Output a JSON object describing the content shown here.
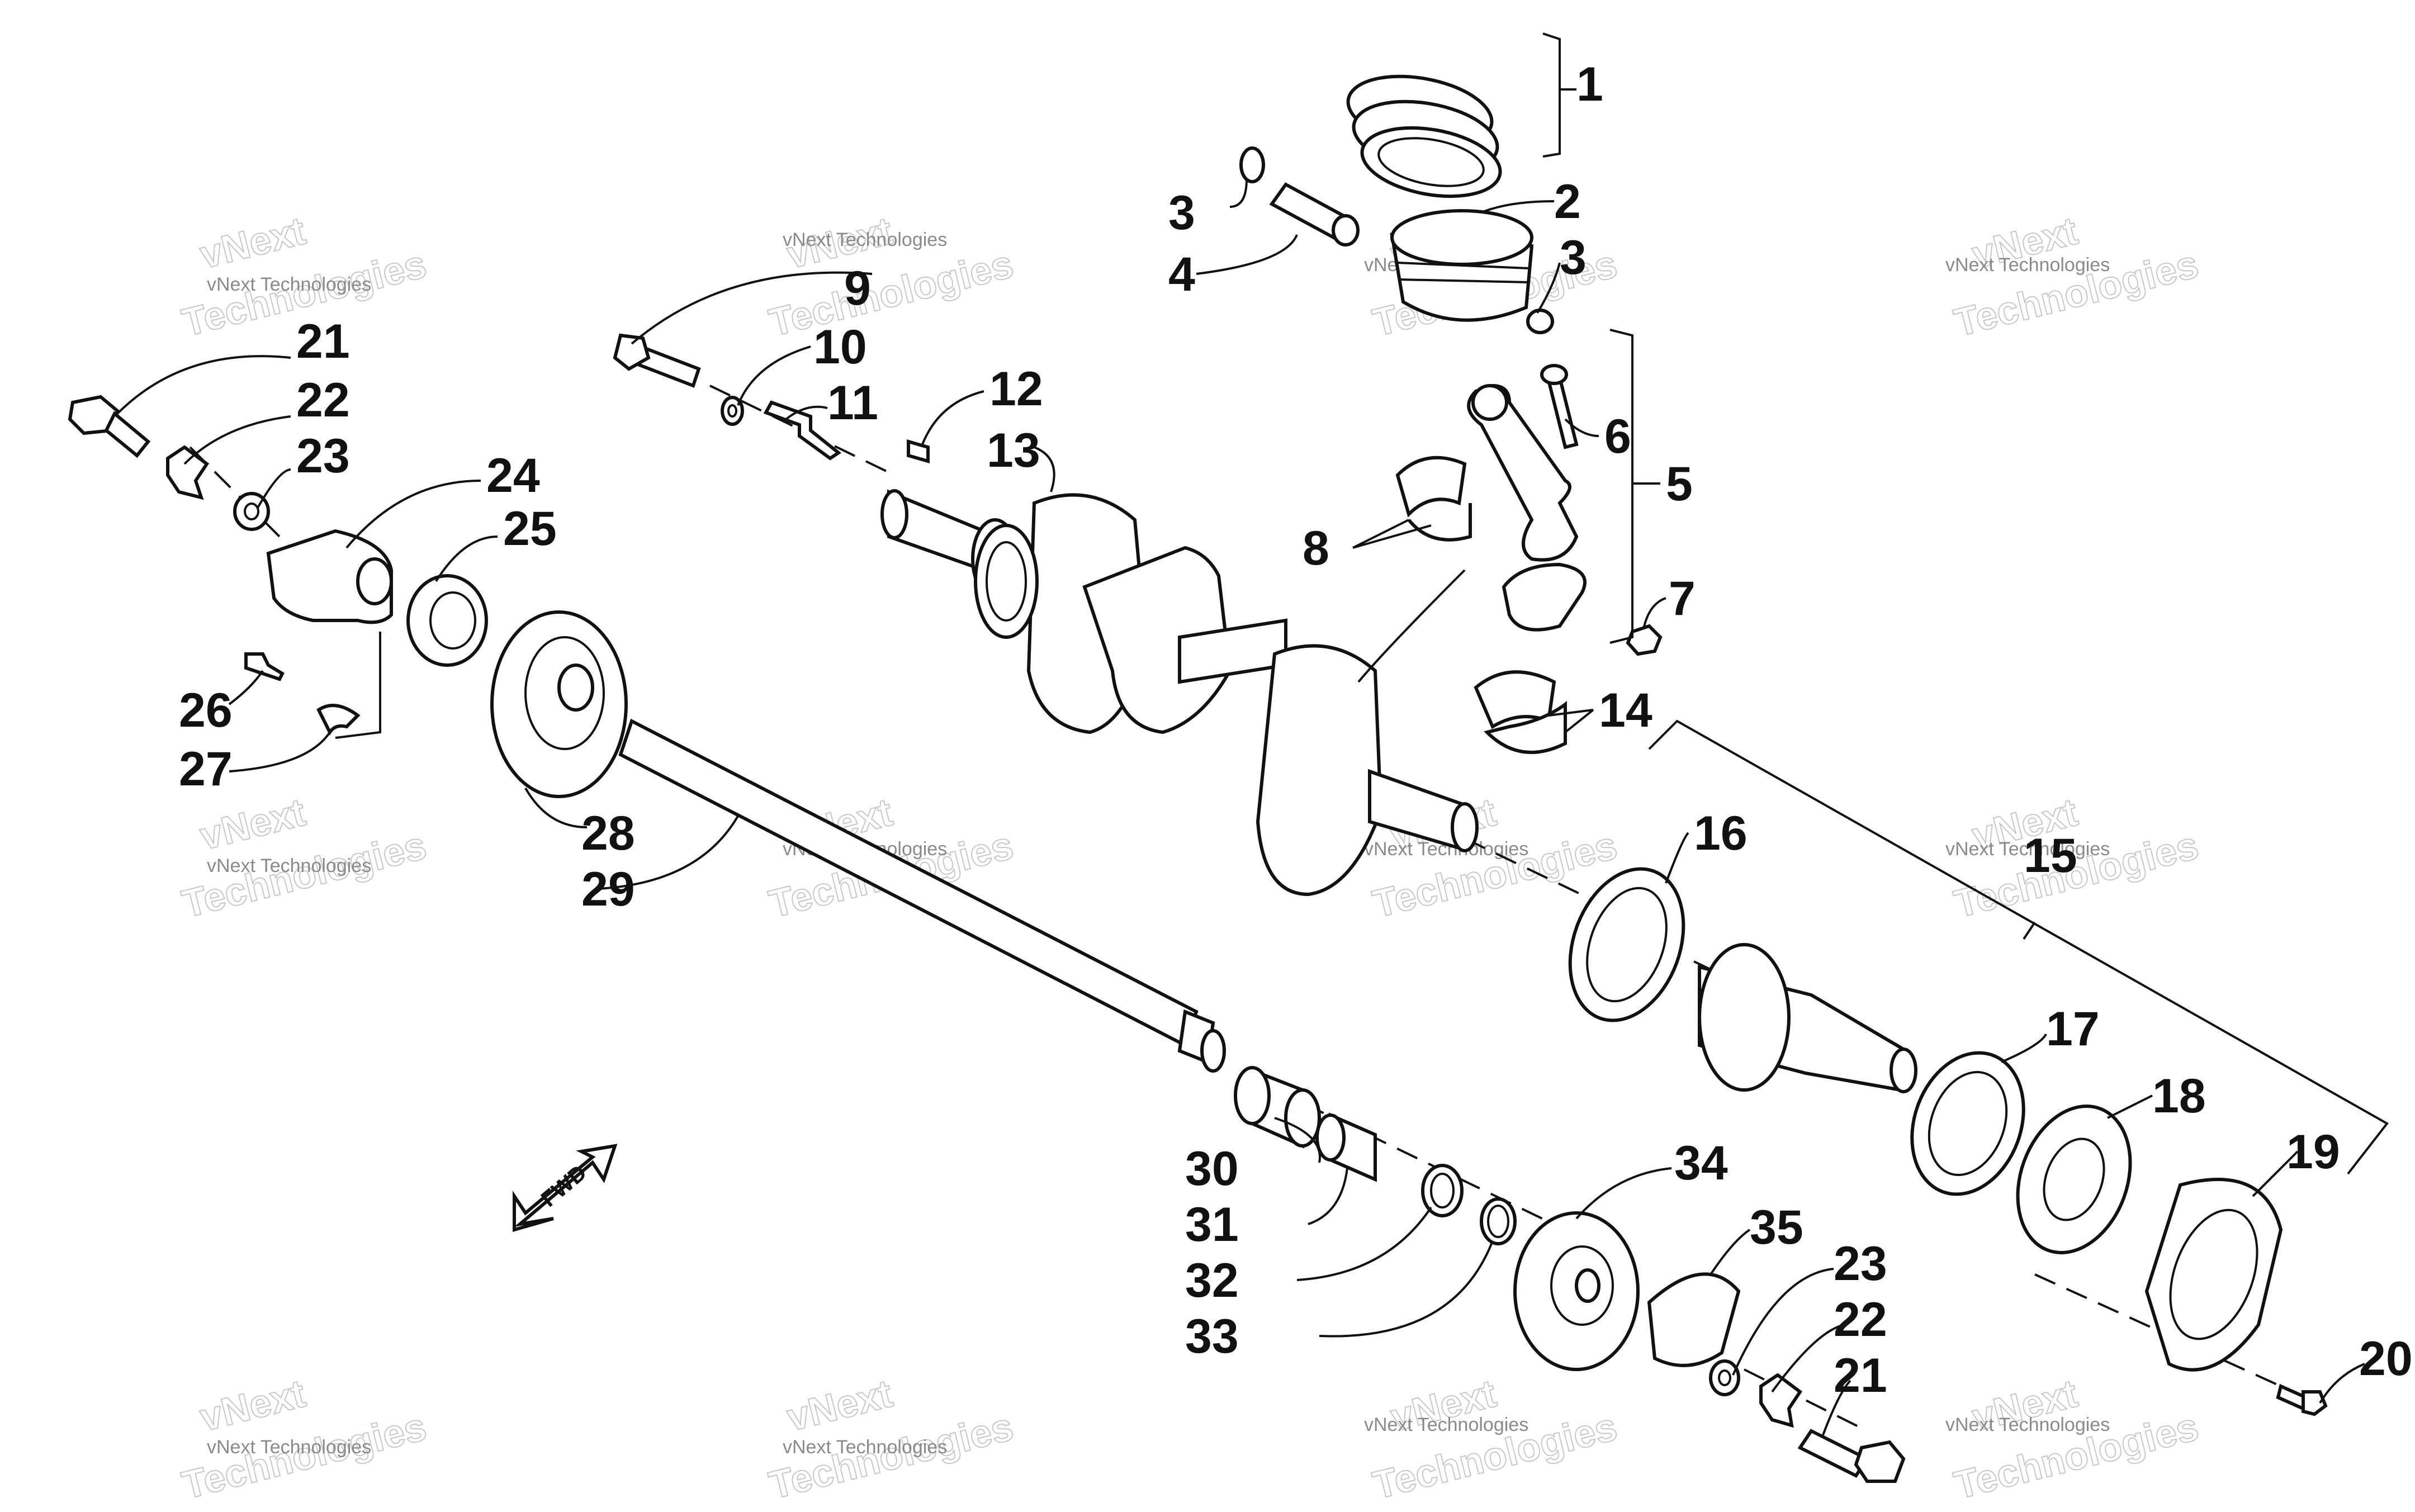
{
  "callouts": [
    "1",
    "2",
    "3",
    "3",
    "4",
    "5",
    "6",
    "7",
    "8",
    "9",
    "10",
    "11",
    "12",
    "13",
    "14",
    "15",
    "16",
    "17",
    "18",
    "19",
    "20",
    "21",
    "22",
    "23",
    "24",
    "25",
    "26",
    "27",
    "28",
    "29",
    "30",
    "31",
    "32",
    "33",
    "34",
    "35",
    "23",
    "22",
    "21"
  ],
  "direction_label": "FWD",
  "watermark": {
    "line1": "vNext Technologies",
    "line2": "Technologies",
    "line3": "vNext"
  }
}
